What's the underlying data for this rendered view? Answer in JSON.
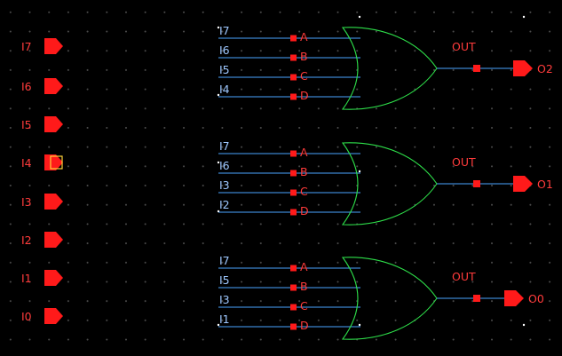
{
  "colors": {
    "background": "#000000",
    "wire": "#4aa3ff",
    "gate": "#2ee04a",
    "pin": "#ff1a1a",
    "pin_text": "#ff3b3b",
    "net_text": "#9ec8ff",
    "selection": "#ffd23a"
  },
  "input_pins": [
    {
      "label": "I7"
    },
    {
      "label": "I6"
    },
    {
      "label": "I5"
    },
    {
      "label": "I4",
      "selected": true
    },
    {
      "label": "I3"
    },
    {
      "label": "I2"
    },
    {
      "label": "I1"
    },
    {
      "label": "I0"
    }
  ],
  "gates": [
    {
      "type": "OR",
      "inputs": [
        {
          "net": "I7",
          "port": "A"
        },
        {
          "net": "I6",
          "port": "B"
        },
        {
          "net": "I5",
          "port": "C"
        },
        {
          "net": "I4",
          "port": "D"
        }
      ],
      "output_port": "OUT",
      "output_pin": "O2"
    },
    {
      "type": "OR",
      "inputs": [
        {
          "net": "I7",
          "port": "A"
        },
        {
          "net": "I6",
          "port": "B"
        },
        {
          "net": "I3",
          "port": "C"
        },
        {
          "net": "I2",
          "port": "D"
        }
      ],
      "output_port": "OUT",
      "output_pin": "O1"
    },
    {
      "type": "OR",
      "inputs": [
        {
          "net": "I7",
          "port": "A"
        },
        {
          "net": "I5",
          "port": "B"
        },
        {
          "net": "I3",
          "port": "C"
        },
        {
          "net": "I1",
          "port": "D"
        }
      ],
      "output_port": "OUT",
      "output_pin": "O0"
    }
  ]
}
